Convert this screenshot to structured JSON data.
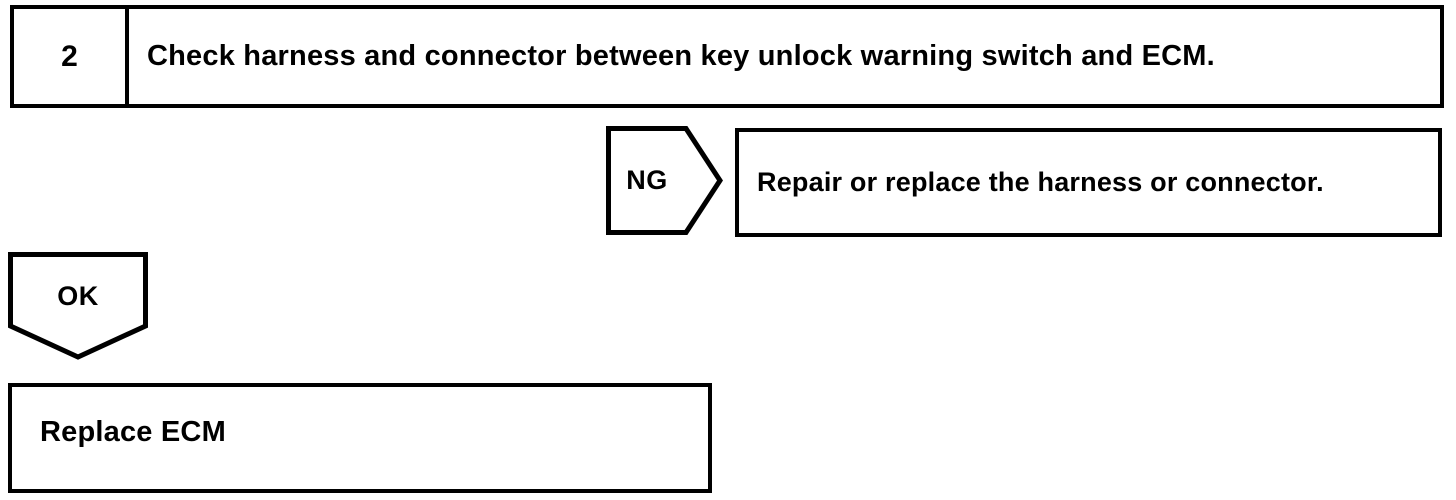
{
  "flowchart": {
    "step": {
      "number": "2",
      "instruction": "Check harness and connector between key unlock warning switch and ECM."
    },
    "ng_branch": {
      "label": "NG",
      "action": "Repair or replace the harness or connector."
    },
    "ok_branch": {
      "label": "OK",
      "action": "Replace ECM"
    },
    "colors": {
      "line": "#000000",
      "background": "#ffffff",
      "text": "#000000"
    }
  }
}
